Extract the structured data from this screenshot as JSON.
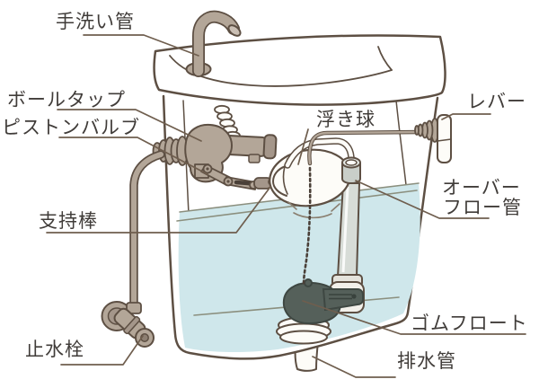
{
  "diagram": {
    "labels": [
      {
        "id": "hand-wash-pipe",
        "text": "手洗い管"
      },
      {
        "id": "ball-tap",
        "text": "ボールタップ"
      },
      {
        "id": "piston-valve",
        "text": "ピストンバルブ"
      },
      {
        "id": "float-ball",
        "text": "浮き球"
      },
      {
        "id": "lever",
        "text": "レバー"
      },
      {
        "id": "overflow-pipe",
        "line1": "オーバー",
        "line2": "フロー管"
      },
      {
        "id": "support-rod",
        "text": "支持棒"
      },
      {
        "id": "stop-valve",
        "text": "止水栓"
      },
      {
        "id": "rubber-float",
        "text": "ゴムフロート"
      },
      {
        "id": "drain-pipe",
        "text": "排水管"
      }
    ]
  },
  "colors": {
    "text": "#403c39",
    "leader": "#6f5e4e",
    "outline": "#5d4f43",
    "metal": "#b3a698",
    "water": "#cfe7eb",
    "water_line": "#8b8f7e",
    "rubber": "#55605a",
    "rubber_dark": "#3e4742",
    "tube": "#d7dcd7",
    "paper": "#fdfcf8"
  }
}
